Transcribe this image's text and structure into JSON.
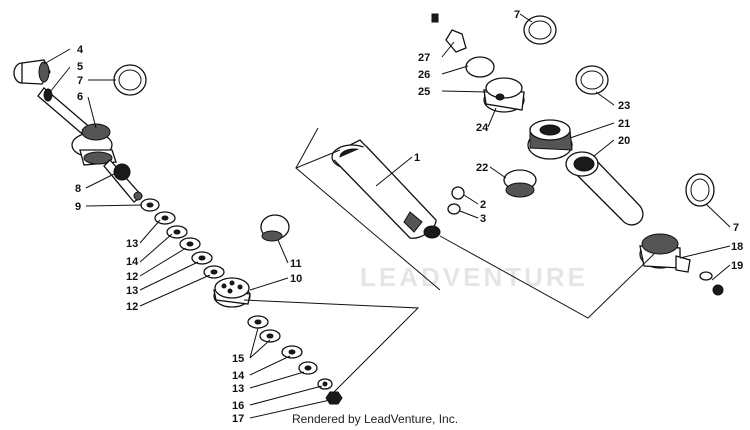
{
  "watermark_text": "LEADVENTURE",
  "footer_text": "Rendered by LeadVenture, Inc.",
  "callouts": [
    {
      "id": "c1",
      "num": "1"
    },
    {
      "id": "c2",
      "num": "2"
    },
    {
      "id": "c3",
      "num": "3"
    },
    {
      "id": "c4",
      "num": "4"
    },
    {
      "id": "c5",
      "num": "5"
    },
    {
      "id": "c6",
      "num": "6"
    },
    {
      "id": "c7a",
      "num": "7"
    },
    {
      "id": "c7b",
      "num": "7"
    },
    {
      "id": "c7c",
      "num": "7"
    },
    {
      "id": "c8",
      "num": "8"
    },
    {
      "id": "c9",
      "num": "9"
    },
    {
      "id": "c10",
      "num": "10"
    },
    {
      "id": "c11",
      "num": "11"
    },
    {
      "id": "c12a",
      "num": "12"
    },
    {
      "id": "c12b",
      "num": "12"
    },
    {
      "id": "c13a",
      "num": "13"
    },
    {
      "id": "c13b",
      "num": "13"
    },
    {
      "id": "c13c",
      "num": "13"
    },
    {
      "id": "c14a",
      "num": "14"
    },
    {
      "id": "c14b",
      "num": "14"
    },
    {
      "id": "c15",
      "num": "15"
    },
    {
      "id": "c16",
      "num": "16"
    },
    {
      "id": "c17",
      "num": "17"
    },
    {
      "id": "c18",
      "num": "18"
    },
    {
      "id": "c19",
      "num": "19"
    },
    {
      "id": "c20",
      "num": "20"
    },
    {
      "id": "c21",
      "num": "21"
    },
    {
      "id": "c22",
      "num": "22"
    },
    {
      "id": "c23",
      "num": "23"
    },
    {
      "id": "c24",
      "num": "24"
    },
    {
      "id": "c25",
      "num": "25"
    },
    {
      "id": "c26",
      "num": "26"
    },
    {
      "id": "c27",
      "num": "27"
    }
  ]
}
